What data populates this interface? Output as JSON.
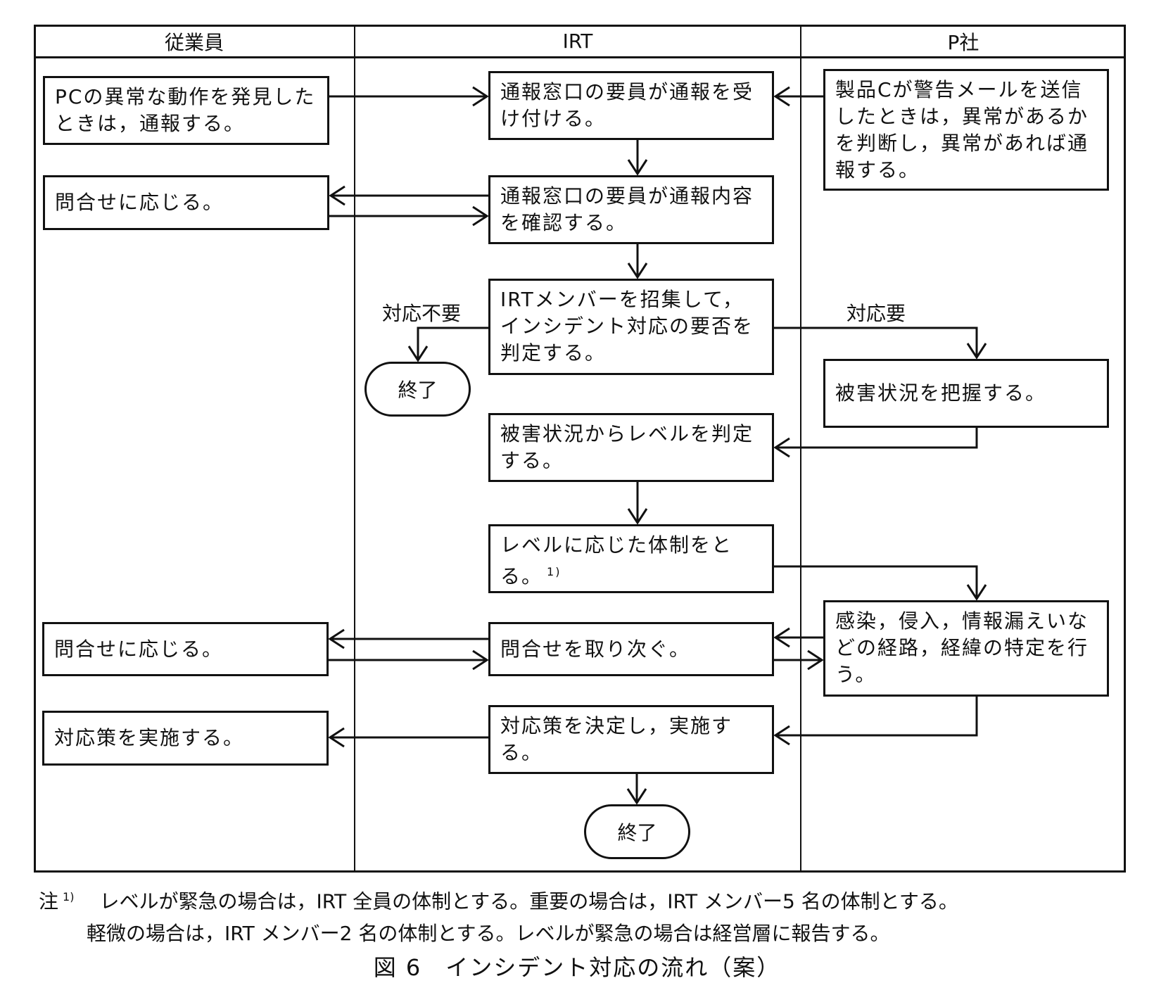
{
  "lanes": [
    {
      "id": "employee",
      "label": "従業員"
    },
    {
      "id": "irt",
      "label": "IRT"
    },
    {
      "id": "p_company",
      "label": "P社"
    }
  ],
  "nodes": {
    "emp_report": "PCの異常な動作を発見したときは，通報する。",
    "emp_answer1": "問合せに応じる。",
    "emp_answer2": "問合せに応じる。",
    "emp_implement": "対応策を実施する。",
    "irt_receive": "通報窓口の要員が通報を受け付ける。",
    "irt_confirm": "通報窓口の要員が通報内容を確認する。",
    "irt_decide": "IRTメンバーを招集して，インシデント対応の要否を判定する。",
    "irt_level": "被害状況からレベルを判定する。",
    "irt_structure": "レベルに応じた体制をとる。",
    "irt_structure_note_ref": "1)",
    "irt_relay": "問合せを取り次ぐ。",
    "irt_countermeasure": "対応策を決定し，実施する。",
    "p_product_mail": "製品Cが警告メールを送信したときは，異常があるかを判断し，異常があれば通報する。",
    "p_assess": "被害状況を把握する。",
    "p_identify": "感染，侵入，情報漏えいなどの経路，経緯の特定を行う。"
  },
  "terminals": {
    "end1": "終了",
    "end2": "終了"
  },
  "branch_labels": {
    "not_required": "対応不要",
    "required": "対応要"
  },
  "edges": [
    {
      "from": "emp_report",
      "to": "irt_receive"
    },
    {
      "from": "p_product_mail",
      "to": "irt_receive"
    },
    {
      "from": "irt_receive",
      "to": "irt_confirm"
    },
    {
      "from": "irt_confirm",
      "to": "emp_answer1"
    },
    {
      "from": "emp_answer1",
      "to": "irt_confirm"
    },
    {
      "from": "irt_confirm",
      "to": "irt_decide"
    },
    {
      "from": "irt_decide",
      "to": "end1",
      "label": "対応不要"
    },
    {
      "from": "irt_decide",
      "to": "p_assess",
      "label": "対応要"
    },
    {
      "from": "p_assess",
      "to": "irt_level"
    },
    {
      "from": "irt_level",
      "to": "irt_structure"
    },
    {
      "from": "irt_structure",
      "to": "p_identify"
    },
    {
      "from": "irt_relay",
      "to": "emp_answer2"
    },
    {
      "from": "emp_answer2",
      "to": "irt_relay"
    },
    {
      "from": "p_identify",
      "to": "irt_relay"
    },
    {
      "from": "irt_relay",
      "to": "p_identify"
    },
    {
      "from": "p_identify",
      "to": "irt_countermeasure"
    },
    {
      "from": "irt_countermeasure",
      "to": "emp_implement"
    },
    {
      "from": "irt_countermeasure",
      "to": "end2"
    }
  ],
  "notes": {
    "marker": "注",
    "ref": "1)",
    "line1": "レベルが緊急の場合は，IRT 全員の体制とする。重要の場合は，IRT メンバー5 名の体制とする。",
    "line2": "軽微の場合は，IRT メンバー2 名の体制とする。レベルが緊急の場合は経営層に報告する。"
  },
  "caption": "図 6　インシデント対応の流れ（案）"
}
